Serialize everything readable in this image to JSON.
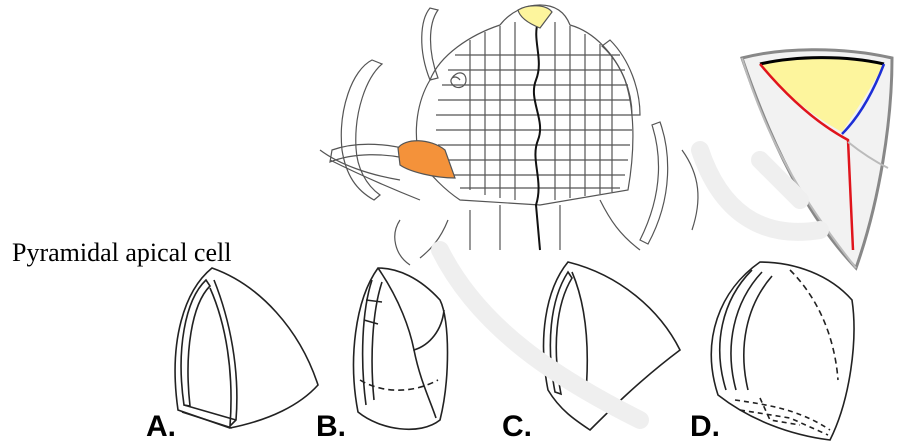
{
  "caption": "Pyramidal apical cell",
  "labels": [
    "A.",
    "B.",
    "C.",
    "D."
  ],
  "colors": {
    "apical_cell_fill": "#fdf59d",
    "lateral_cell_fill": "#f4923a",
    "wall_red": "#e0141c",
    "wall_blue": "#1d2fd6",
    "wall_black": "#000000",
    "outline": "#4a4a4a"
  }
}
